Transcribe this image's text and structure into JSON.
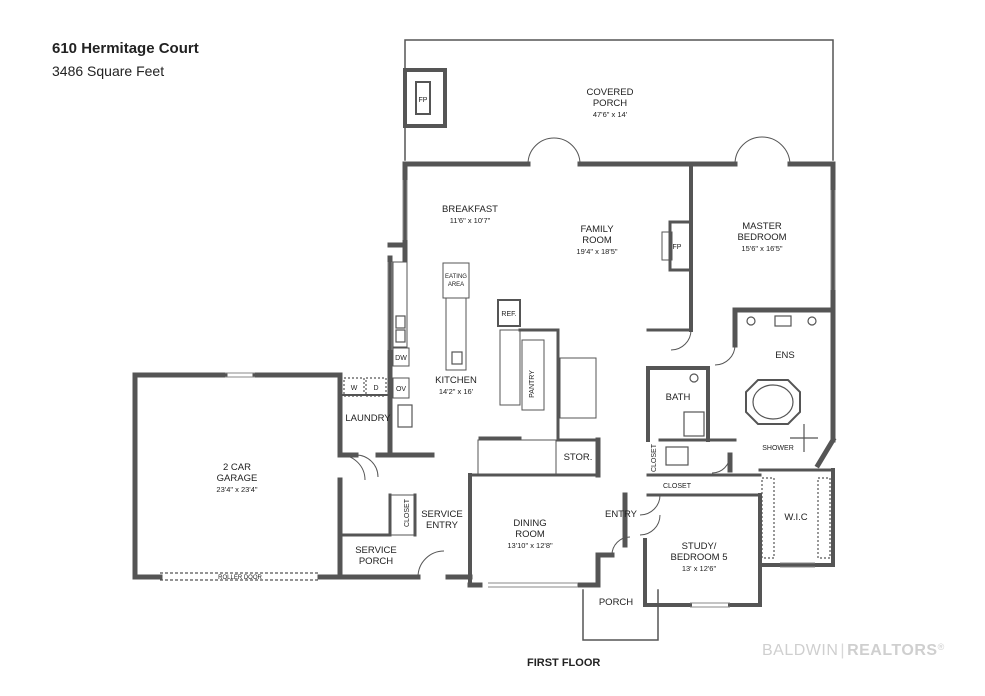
{
  "header": {
    "title": "610 Hermitage Court",
    "subtitle": "3486 Square Feet"
  },
  "footer": {
    "floor_label": "FIRST FLOOR"
  },
  "brand": {
    "name1": "BALDWIN",
    "separator": "|",
    "name2": "REALTORS",
    "mark": "®"
  },
  "rooms": {
    "covered_porch": {
      "name1": "COVERED",
      "name2": "PORCH",
      "dims": "47'6\" x 14'"
    },
    "fp_porch": "FP",
    "breakfast": {
      "name": "BREAKFAST",
      "dims": "11'6\" x 10'7\""
    },
    "family_room": {
      "name1": "FAMILY",
      "name2": "ROOM",
      "dims": "19'4\" x 18'5\""
    },
    "fp_family": "FP",
    "master_bedroom": {
      "name1": "MASTER",
      "name2": "BEDROOM",
      "dims": "15'6\" x 16'5\""
    },
    "eating_area": {
      "name1": "EATING",
      "name2": "AREA"
    },
    "ref": "REF.",
    "dw": "DW",
    "ov": "OV",
    "w": "W",
    "d": "D",
    "kitchen": {
      "name": "KITCHEN",
      "dims": "14'2\" x 16'"
    },
    "pantry": "PANTRY",
    "laundry": "LAUNDRY",
    "garage": {
      "name1": "2 CAR",
      "name2": "GARAGE",
      "dims": "23'4\" x 23'4\""
    },
    "roller_door": "ROLLER DOOR",
    "stor": "STOR.",
    "bath": "BATH",
    "ens": "ENS",
    "shower": "SHOWER",
    "closet_hall": "CLOSET",
    "closet_master": "CLOSET",
    "closet_service": "CLOSET",
    "wic": "W.I.C",
    "service_entry": {
      "name1": "SERVICE",
      "name2": "ENTRY"
    },
    "service_porch": {
      "name1": "SERVICE",
      "name2": "PORCH"
    },
    "dining_room": {
      "name1": "DINING",
      "name2": "ROOM",
      "dims": "13'10\" x 12'8\""
    },
    "entry": "ENTRY",
    "study": {
      "name1": "STUDY/",
      "name2": "BEDROOM 5",
      "dims": "13' x 12'6\""
    },
    "porch": "PORCH"
  }
}
